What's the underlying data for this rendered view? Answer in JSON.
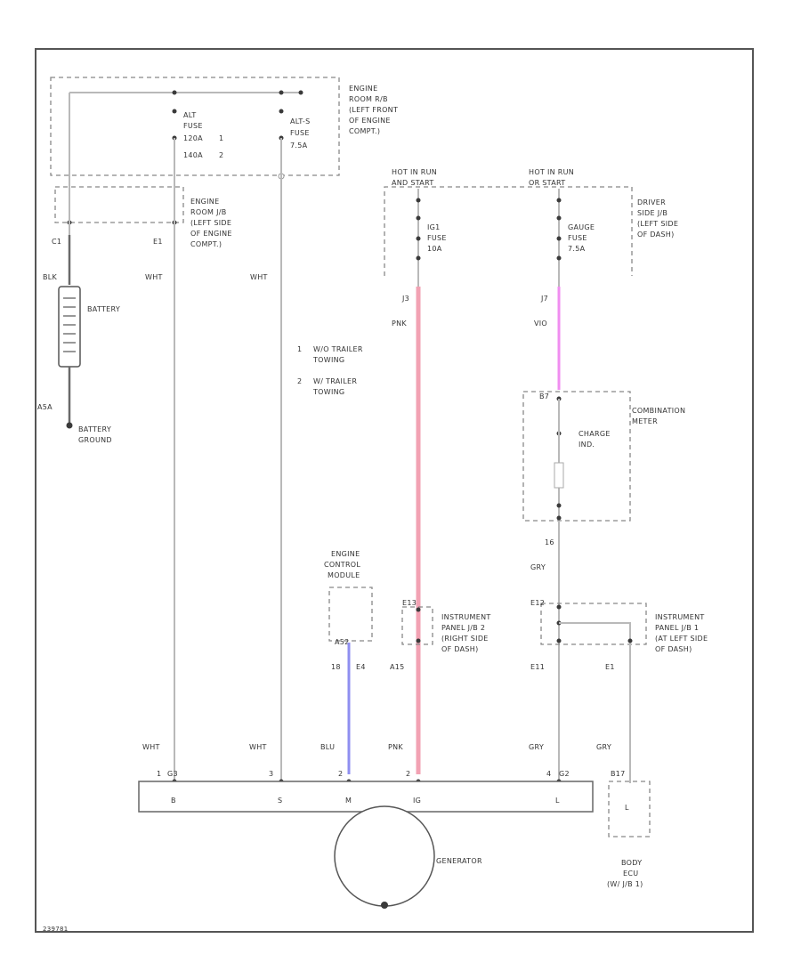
{
  "colors": {
    "background": "#ffffff",
    "wire": "#b9b9b9",
    "pnk_wire": "#f2a2b3",
    "vio_wire": "#f08ef0",
    "blu_wire": "#8f8ff0"
  },
  "engine_room_rb": {
    "label1": "ENGINE",
    "label2": "ROOM R/B",
    "label3": "(LEFT FRONT",
    "label4": "OF ENGINE",
    "label5": "COMPT.)"
  },
  "fuse_alt": {
    "name": "ALT",
    "type": "FUSE",
    "rating1": "120A",
    "note1": "1",
    "rating2": "140A",
    "note2": "2"
  },
  "fuse_alts": {
    "name": "ALT-S",
    "type": "FUSE",
    "rating": "7.5A"
  },
  "engine_room_jb": {
    "label1": "ENGINE",
    "label2": "ROOM J/B",
    "label3": "(LEFT SIDE",
    "label4": "OF ENGINE",
    "label5": "COMPT.)"
  },
  "conn_c1": "C1",
  "conn_e1": "E1",
  "wire_whts": [
    "WHT",
    "WHT",
    "WHT",
    "WHT"
  ],
  "wire_blk": "BLK",
  "battery": "BATTERY",
  "conn_a5a": "A5A",
  "battery_ground": {
    "label1": "BATTERY",
    "label2": "GROUND"
  },
  "notes": {
    "n1_num": "1",
    "n1_line1": "W/O TRAILER",
    "n1_line2": "TOWING",
    "n2_num": "2",
    "n2_line1": "W/ TRAILER",
    "n2_line2": "TOWING"
  },
  "hot_run_start": {
    "label1": "HOT IN RUN",
    "label2": "AND START"
  },
  "hot_run_start2": {
    "label1": "HOT IN RUN",
    "label2": "OR START"
  },
  "fuse_ig1": {
    "name": "IG1",
    "type": "FUSE",
    "rating": "10A"
  },
  "fuse_gauge": {
    "name": "GAUGE",
    "type": "FUSE",
    "rating": "7.5A"
  },
  "driver_jb": {
    "label1": "DRIVER",
    "label2": "SIDE J/B",
    "label3": "(LEFT SIDE",
    "label4": "OF DASH)"
  },
  "conn_j3": "J3",
  "conn_j7": "J7",
  "wire_pnk": "PNK",
  "wire_pnk2": "PNK",
  "wire_vio": "VIO",
  "combination_meter": {
    "label1": "COMBINATION",
    "label2": "METER",
    "conn": "B7",
    "indicator1": "CHARGE",
    "indicator2": "IND."
  },
  "conn_16": "16",
  "wire_gry1": "GRY",
  "wire_gry2": "GRY",
  "wire_gry3": "GRY",
  "ecm": {
    "label1": "ENGINE",
    "label2": "CONTROL",
    "label3": "MODULE",
    "conn": "A52"
  },
  "conn_18": "18",
  "conn_e4": "E4",
  "wire_blu": "BLU",
  "ip_jb2": {
    "conn": "E13",
    "label1": "INSTRUMENT",
    "label2": "PANEL J/B 2",
    "label3": "(RIGHT SIDE",
    "label4": "OF DASH)"
  },
  "conn_a15": "A15",
  "ip_jb1": {
    "conn": "E12",
    "label1": "INSTRUMENT",
    "label2": "PANEL J/B 1",
    "label3": "(AT LEFT SIDE",
    "label4": "OF DASH)"
  },
  "conn_e11": "E11",
  "conn_e1b": "E1",
  "generator": {
    "label": "GENERATOR",
    "pin_b": "B",
    "pin_s": "S",
    "pin_m": "M",
    "pin_ig": "IG",
    "pin_l": "L",
    "num_b": "1",
    "conn_b": "G3",
    "num_s": "3",
    "num_m": "2",
    "num_ig": "2",
    "num_l": "4",
    "conn_l": "G2"
  },
  "body_ecu": {
    "conn": "B17",
    "pin": "L",
    "label1": "BODY",
    "label2": "ECU",
    "label3": "(W/ J/B 1)"
  },
  "figure_id": "239781"
}
